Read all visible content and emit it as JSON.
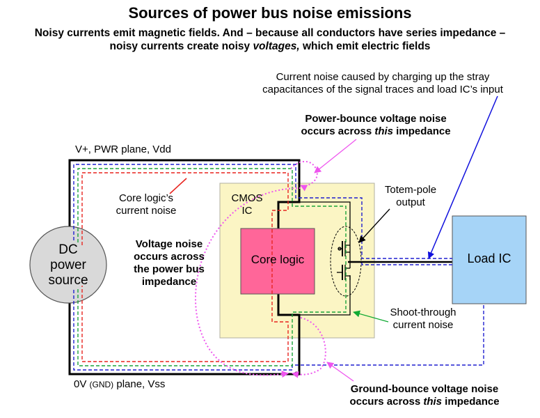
{
  "title": "Sources of power bus noise emissions",
  "subtitle": {
    "part1": "Noisy currents emit magnetic fields. And – because all conductors have series impedance – noisy currents create noisy ",
    "emph": "voltages,",
    "part2": " which emit electric fields"
  },
  "labels": {
    "stray_note_line1": "Current noise caused by charging up the stray",
    "stray_note_line2": "capacitances of the signal traces and load IC’s input",
    "power_bounce_line1": "Power-bounce voltage noise",
    "power_bounce_line2_pre": "occurs across ",
    "power_bounce_line2_emph": "this",
    "power_bounce_line2_post": " impedance",
    "vplus": "V+, PWR plane, Vdd",
    "core_noise_line1": "Core logic’s",
    "core_noise_line2": "current noise",
    "cmos_line1": "CMOS",
    "cmos_line2": "IC",
    "totem_line1": "Totem-pole",
    "totem_line2": "output",
    "dc_line1": "DC",
    "dc_line2": "power",
    "dc_line3": "source",
    "vnoise_line1": "Voltage noise",
    "vnoise_line2": "occurs across",
    "vnoise_line3": "the power bus",
    "vnoise_line4": "impedance",
    "core_logic": "Core logic",
    "load_ic": "Load IC",
    "shoot_line1": "Shoot-through",
    "shoot_line2": "current noise",
    "gnd_pre": "0V ",
    "gnd_small": "(GND)",
    "gnd_post": " plane, Vss",
    "ground_bounce_line1": "Ground-bounce voltage noise",
    "ground_bounce_line2_pre": "occurs across ",
    "ground_bounce_line2_emph": "this",
    "ground_bounce_line2_post": " impedance"
  },
  "colors": {
    "ic_fill": "#fbf5c4",
    "core_fill": "#ff6699",
    "load_fill": "#a6d4f7",
    "dc_fill": "#d9d9d9",
    "red_dash": "#e8241f",
    "green_dash": "#1aa33a",
    "blue_dash": "#1f1fcf",
    "magenta": "#ee55ee",
    "arrow_blue": "#1010dd",
    "arrow_green": "#11aa33"
  }
}
